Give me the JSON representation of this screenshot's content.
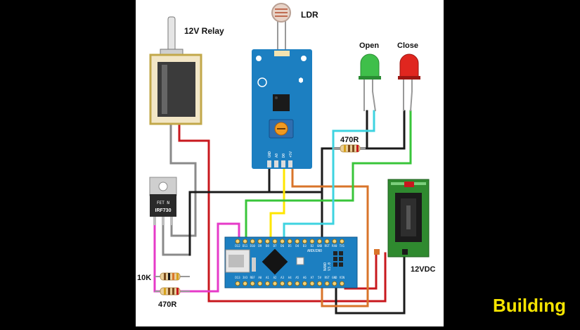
{
  "labels": {
    "relay": "12V Relay",
    "ldr": "LDR",
    "led_open": "Open",
    "led_close": "Close",
    "r_led": "470R",
    "r_10k": "10K",
    "r_gate": "470R",
    "dc_jack": "12VDC",
    "mosfet_brand": "FET N",
    "mosfet_part": "IRF730",
    "sensor_pins": [
      "GND",
      "A0",
      "D0",
      "+5V"
    ],
    "nano_top_pins": [
      "D12",
      "D11",
      "D10",
      "D9",
      "D8",
      "D7",
      "D6",
      "D5",
      "D4",
      "D3",
      "D2",
      "GND",
      "RST",
      "RX0",
      "TX1"
    ],
    "nano_bottom_pins": [
      "D13",
      "3V3",
      "REF",
      "A0",
      "A1",
      "A2",
      "A3",
      "A4",
      "A5",
      "A6",
      "A7",
      "5V",
      "RST",
      "GND",
      "VIN"
    ],
    "nano_text": [
      "ARDUINO",
      "NANO",
      "V3.0"
    ]
  },
  "caption": "Building",
  "colors": {
    "panel_bg": "#ffffff",
    "page_bg": "#000000",
    "board_blue": "#1c7fc1",
    "board_green": "#2f8a2f",
    "wire_red": "#c8181e",
    "wire_black": "#1a1a1a",
    "wire_gray": "#8a8a8a",
    "wire_yellow": "#ffe600",
    "wire_green": "#39c53a",
    "wire_cyan": "#3ed3e0",
    "wire_orange": "#d9742a",
    "wire_magenta": "#e63ac8",
    "caption": "#f5e400"
  }
}
